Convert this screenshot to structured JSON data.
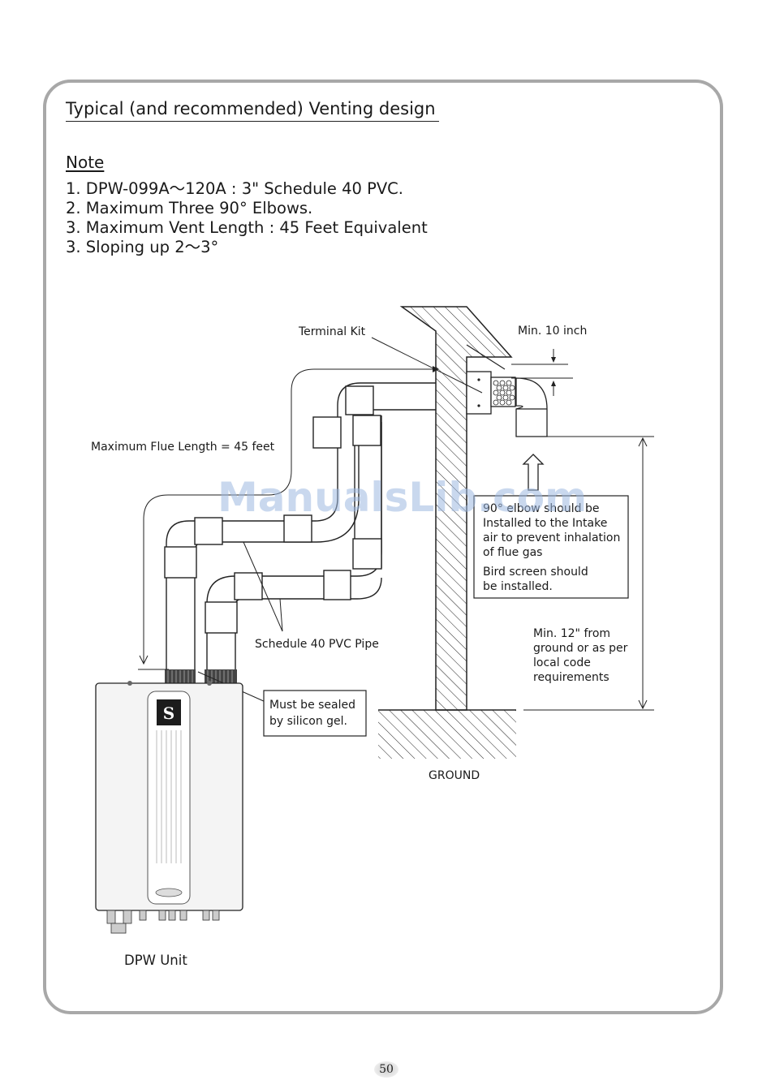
{
  "title": "Typical (and recommended) Venting design",
  "note": {
    "heading": "Note",
    "items": [
      "1. DPW-099A～120A : 3\" Schedule 40 PVC.",
      "2. Maximum Three 90° Elbows.",
      "3. Maximum Vent Length : 45 Feet Equivalent",
      "3. Sloping up 2～3°"
    ]
  },
  "diagram": {
    "terminal_kit": "Terminal Kit",
    "min_10_inch": "Min. 10 inch",
    "max_flue_length": "Maximum Flue Length = 45 feet",
    "intake_note": [
      "90° elbow should be",
      "Installed to the Intake",
      "air to prevent inhalation",
      "of flue gas"
    ],
    "bird_note": [
      "Bird screen should",
      "be installed."
    ],
    "min_12_note": [
      "Min. 12\" from",
      "ground or as per",
      "local code",
      "requirements"
    ],
    "pvc_pipe": "Schedule 40 PVC Pipe",
    "sealed_note": [
      "Must be sealed",
      "by  silicon gel."
    ],
    "ground": "GROUND",
    "unit_label": "DPW Unit"
  },
  "watermark": "ManualsLib.com",
  "page_number": "50"
}
